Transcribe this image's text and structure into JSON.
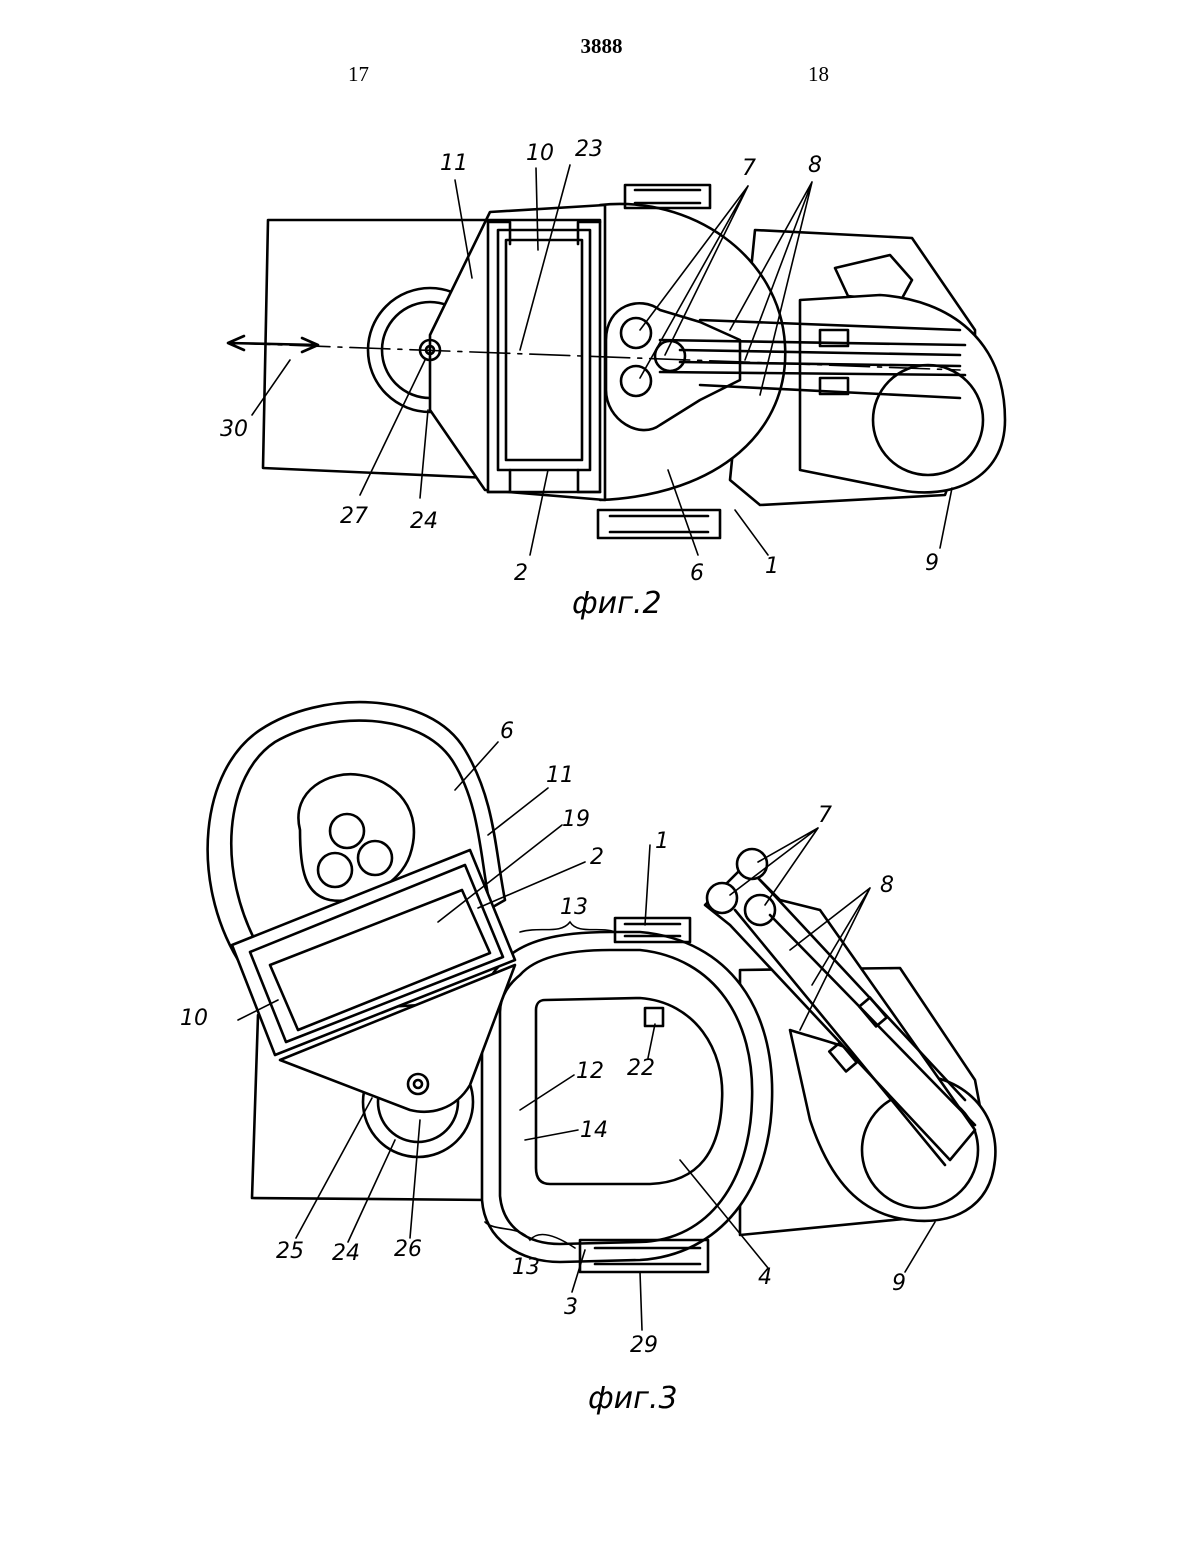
{
  "header": {
    "patent_number": "3888",
    "page_left": "17",
    "page_right": "18"
  },
  "figure2": {
    "caption": "фиг.2",
    "labels": {
      "l11": "11",
      "l10": "10",
      "l23": "23",
      "l7": "7",
      "l8": "8",
      "l30": "30",
      "l27": "27",
      "l24": "24",
      "l2": "2",
      "l6": "6",
      "l1": "1",
      "l9": "9"
    }
  },
  "figure3": {
    "caption": "фиг.3",
    "labels": {
      "l6": "6",
      "l11": "11",
      "l19": "19",
      "l2": "2",
      "l1": "1",
      "l13a": "13",
      "l7": "7",
      "l8": "8",
      "l10": "10",
      "l12": "12",
      "l22": "22",
      "l14": "14",
      "l25": "25",
      "l24": "24",
      "l26": "26",
      "l13b": "13",
      "l3": "3",
      "l4": "4",
      "l9": "9",
      "l29": "29"
    }
  }
}
